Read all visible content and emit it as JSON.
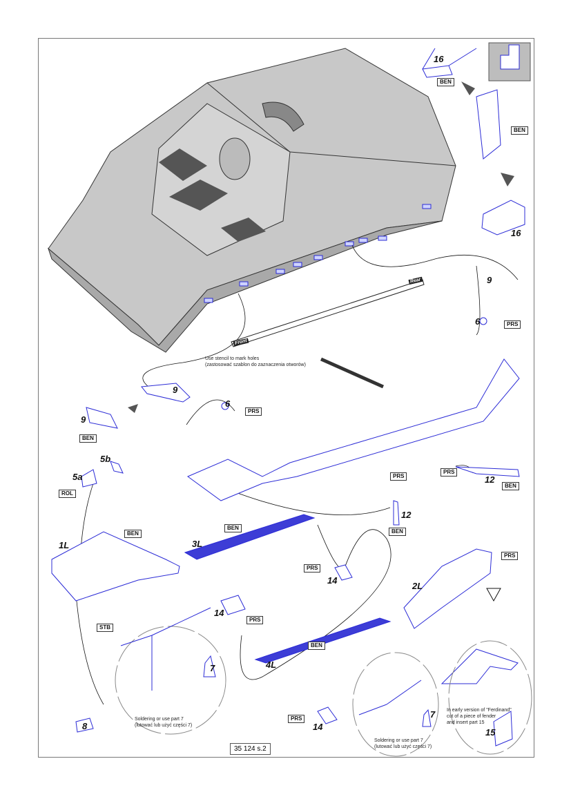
{
  "stencil_note": {
    "line1": "Use stencil to mark holes",
    "line2": "(zastosować szablon do zaznaczenia otworów)",
    "front": "Front",
    "rear": "Rear"
  },
  "solder_note": {
    "line1": "Soldering or use part 7",
    "line2": "(lutować lub użyć części 7)"
  },
  "ferdinand_note": {
    "line1": "In early version of \"Ferdinand\"",
    "line2": "cut of a piece of fender",
    "line3": "and insert part 15"
  },
  "page_code": "35 124 s.2",
  "part_numbers": {
    "p16a": "16",
    "p16b": "16",
    "p9a": "9",
    "p6a": "6",
    "p9b": "9",
    "p6b": "6",
    "p9c": "9",
    "p5b": "5b",
    "p5a": "5a",
    "p12a": "12",
    "p12b": "12",
    "p1L": "1L",
    "p3L": "3L",
    "p14a": "14",
    "p2L": "2L",
    "p14b": "14",
    "p7a": "7",
    "p8": "8",
    "p4L": "4L",
    "p14c": "14",
    "p7b": "7",
    "p15": "15"
  },
  "tags": {
    "ben": "BEN",
    "prs": "PRS",
    "rol": "ROL",
    "stb": "STB"
  },
  "colors": {
    "part_blue": "#2b2bd6",
    "hull_grey": "#c8c8c8",
    "frame": "#777777"
  }
}
